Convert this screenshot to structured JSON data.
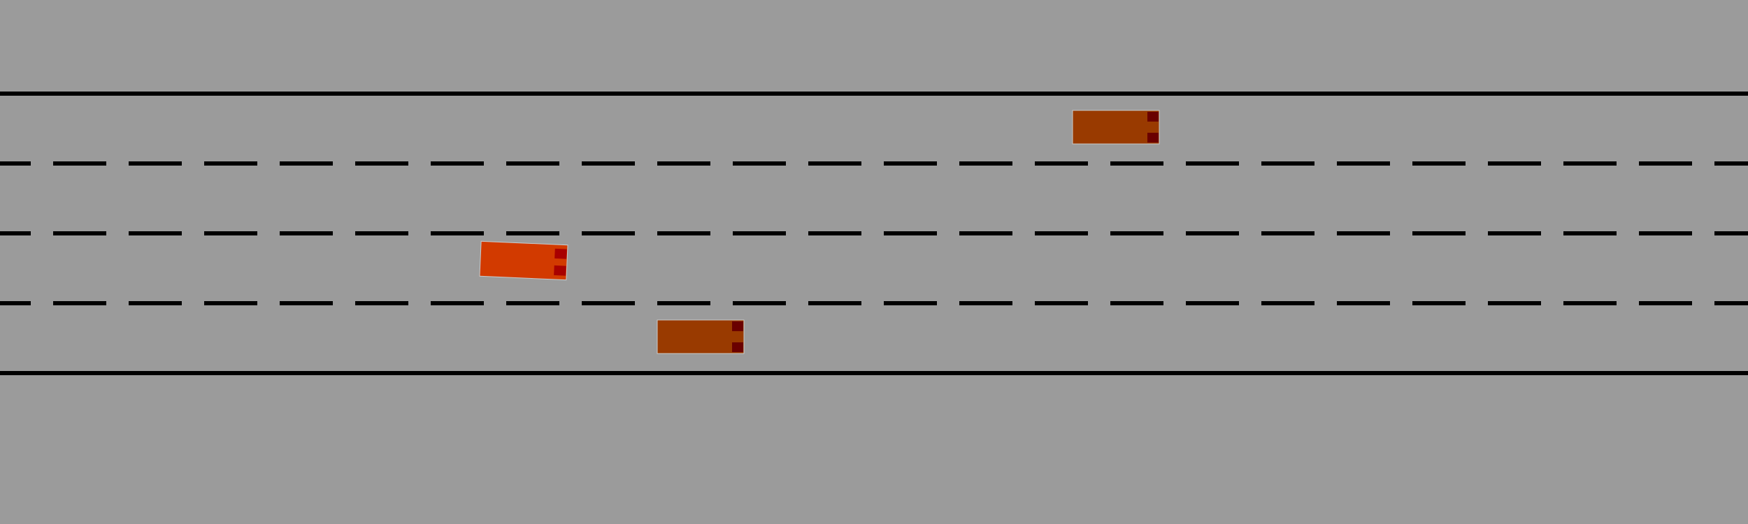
{
  "scene": {
    "type": "highway-driving-simulation",
    "view": "top-down",
    "lanes": 4,
    "direction": "left-to-right"
  },
  "colors": {
    "background": "#9b9b9b",
    "road_marking": "#000000",
    "ego_vehicle": "#d23a00",
    "ego_tail_light": "#a80000",
    "other_vehicle": "#993a00",
    "other_tail_light": "#6a0000"
  },
  "vehicles": [
    {
      "role": "ego",
      "lane": 3,
      "heading": "slightly-tilted"
    },
    {
      "role": "other",
      "lane": 1,
      "heading": "straight"
    },
    {
      "role": "other",
      "lane": 4,
      "heading": "straight"
    }
  ]
}
